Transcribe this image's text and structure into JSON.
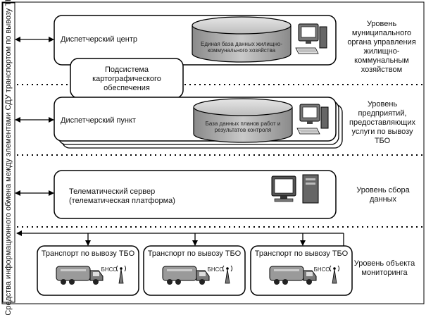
{
  "sidebar": {
    "label": "Средства информационного обмена между элементами СДУ транспортом по вывозу ТБО"
  },
  "levels": {
    "municipal": "Уровень муниципального органа управления жилищно-коммунальным хозяйством",
    "enterprise": "Уровень предприятий, предоставляющих услуги по вывозу ТБО",
    "data": "Уровень сбора данных",
    "monitoring": "Уровень объекта мониторинга"
  },
  "boxes": {
    "dispatch_center": "Диспетчерский центр",
    "central_db": "Единая база данных жилищно-коммунального хозяйства",
    "carto": "Подсистема картографического обеспечения",
    "dispatch_point": "Диспетчерский пункт",
    "plans_db": "База данных планов работ и результатов контроля",
    "telematic": "Телематический сервер (телематическая платформа)"
  },
  "vehicles": [
    {
      "title": "Транспорт по вывозу ТБО",
      "device": "БНСО"
    },
    {
      "title": "Транспорт по вывозу ТБО",
      "device": "БНСО"
    },
    {
      "title": "Транспорт по вывозу ТБО",
      "device": "БНСО"
    }
  ]
}
